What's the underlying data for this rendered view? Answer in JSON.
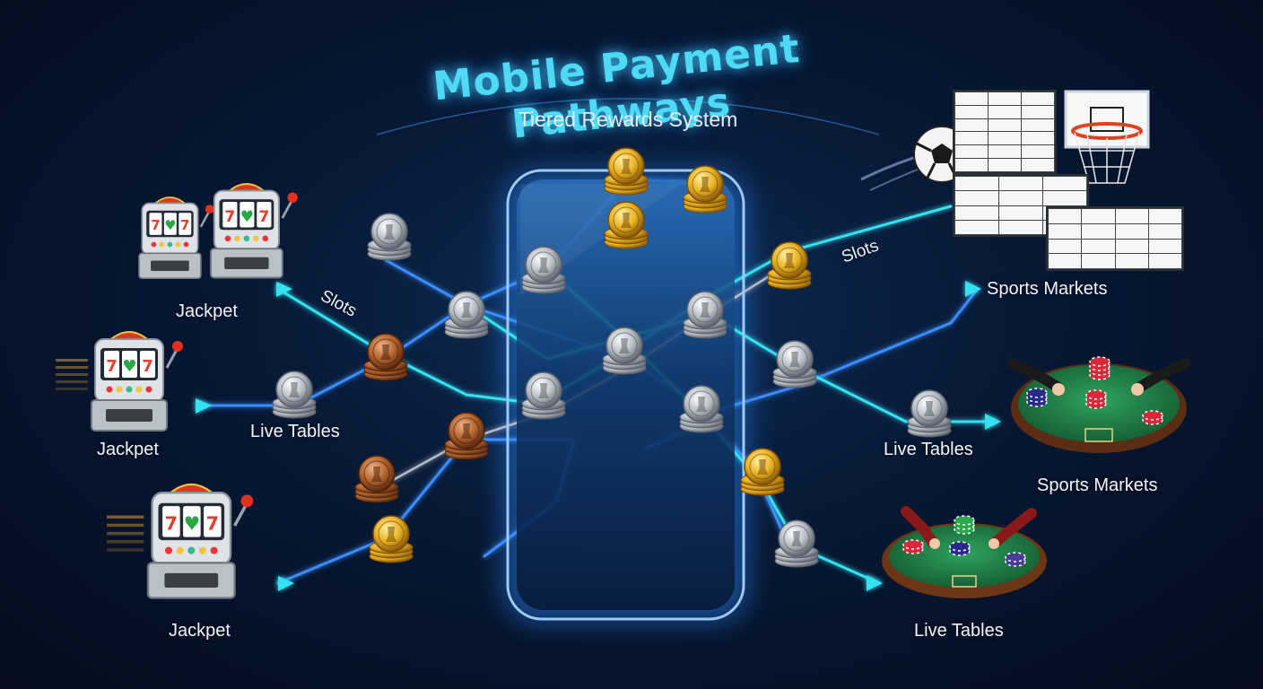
{
  "header": {
    "title": "Mobile Payment Pathways",
    "subtitle": "Tiered Rewards System"
  },
  "labels": {
    "slots_left": "Slots",
    "slots_right": "Slots",
    "jackpot_1": "Jackpet",
    "jackpot_2": "Jackpet",
    "jackpot_3": "Jackpet",
    "live_tables_left": "Live Tables",
    "live_tables_mid": "Live Tables",
    "live_tables_bottom": "Live Tables",
    "sports_markets_1": "Sports Markets",
    "sports_markets_2": "Sports Markets"
  },
  "slot_reels": [
    "7",
    "♥",
    "7"
  ],
  "colors": {
    "accent": "#4fd9f5",
    "path_cyan": "#35e0f0",
    "path_blue": "#3a8dff",
    "gold": "#f2c230",
    "silver": "#c8ccd2",
    "bronze": "#b86a3a",
    "felt": "#1e7a45"
  }
}
